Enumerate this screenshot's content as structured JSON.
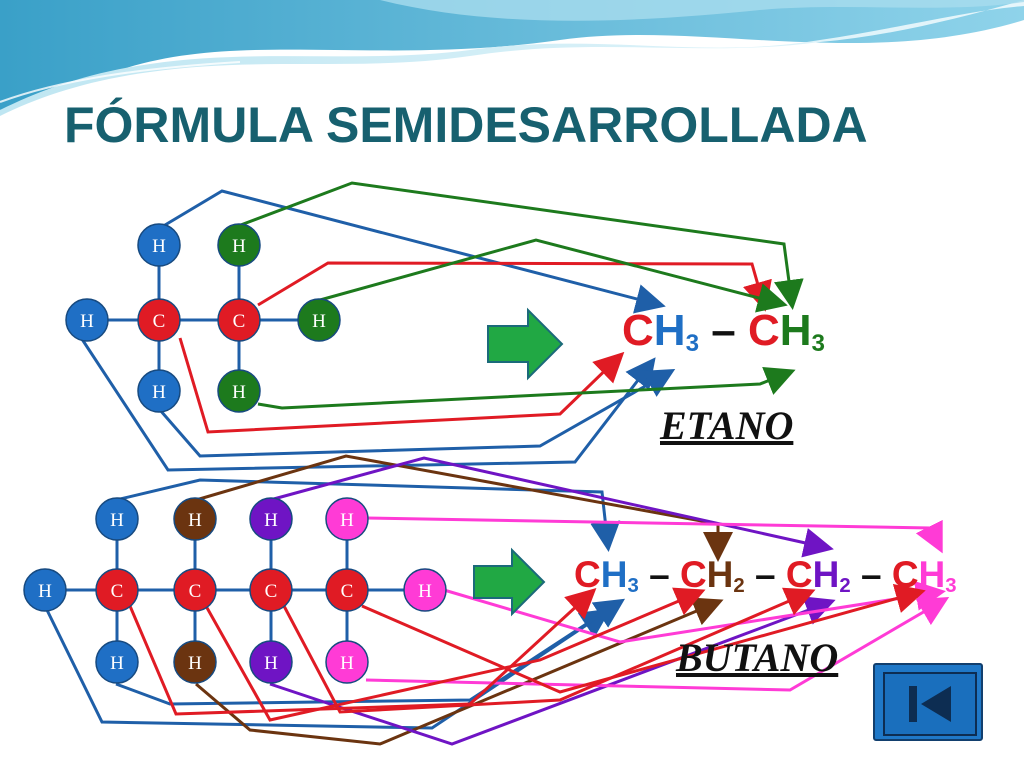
{
  "title": "FÓRMULA SEMIDESARROLLADA",
  "colors": {
    "title": "#17606f",
    "blue": "#1f6fc5",
    "red": "#e01b24",
    "green": "#1d7a1d",
    "brown": "#6b3410",
    "purple": "#6f14c4",
    "magenta": "#ff3bd6",
    "connector_blue": "#1f5fa8",
    "arrow_green": "#21a844"
  },
  "etano": {
    "name": "ETANO",
    "formula": [
      {
        "text": "C",
        "color": "#e01b24"
      },
      {
        "text": "H",
        "color": "#1f6fc5"
      },
      {
        "text": "3",
        "color": "#1f6fc5",
        "sub": true
      },
      {
        "text": " – ",
        "color": "#111111"
      },
      {
        "text": "C",
        "color": "#e01b24"
      },
      {
        "text": "H",
        "color": "#1d7a1d"
      },
      {
        "text": "3",
        "color": "#1d7a1d",
        "sub": true
      }
    ],
    "atoms": [
      {
        "id": "h-top-1",
        "label": "H",
        "color": "#1f6fc5"
      },
      {
        "id": "h-top-2",
        "label": "H",
        "color": "#1d7a1d"
      },
      {
        "id": "h-left",
        "label": "H",
        "color": "#1f6fc5"
      },
      {
        "id": "c-1",
        "label": "C",
        "color": "#e01b24"
      },
      {
        "id": "c-2",
        "label": "C",
        "color": "#e01b24"
      },
      {
        "id": "h-right",
        "label": "H",
        "color": "#1d7a1d"
      },
      {
        "id": "h-bottom-1",
        "label": "H",
        "color": "#1f6fc5"
      },
      {
        "id": "h-bottom-2",
        "label": "H",
        "color": "#1d7a1d"
      }
    ]
  },
  "butano": {
    "name": "BUTANO",
    "formula": [
      {
        "text": "C",
        "color": "#e01b24"
      },
      {
        "text": "H",
        "color": "#1f6fc5"
      },
      {
        "text": "3",
        "color": "#1f6fc5",
        "sub": true
      },
      {
        "text": " – ",
        "color": "#111111"
      },
      {
        "text": "C",
        "color": "#e01b24"
      },
      {
        "text": "H",
        "color": "#6b3410"
      },
      {
        "text": "2",
        "color": "#6b3410",
        "sub": true
      },
      {
        "text": " – ",
        "color": "#111111"
      },
      {
        "text": "C",
        "color": "#e01b24"
      },
      {
        "text": "H",
        "color": "#6f14c4"
      },
      {
        "text": "2",
        "color": "#6f14c4",
        "sub": true
      },
      {
        "text": " – ",
        "color": "#111111"
      },
      {
        "text": "C",
        "color": "#e01b24"
      },
      {
        "text": "H",
        "color": "#ff3bd6"
      },
      {
        "text": "3",
        "color": "#ff3bd6",
        "sub": true
      }
    ],
    "atoms": [
      {
        "id": "h-top-1",
        "label": "H",
        "color": "#1f6fc5"
      },
      {
        "id": "h-top-2",
        "label": "H",
        "color": "#6b3410"
      },
      {
        "id": "h-top-3",
        "label": "H",
        "color": "#6f14c4"
      },
      {
        "id": "h-top-4",
        "label": "H",
        "color": "#ff3bd6"
      },
      {
        "id": "h-left",
        "label": "H",
        "color": "#1f6fc5"
      },
      {
        "id": "c-1",
        "label": "C",
        "color": "#e01b24"
      },
      {
        "id": "c-2",
        "label": "C",
        "color": "#e01b24"
      },
      {
        "id": "c-3",
        "label": "C",
        "color": "#e01b24"
      },
      {
        "id": "c-4",
        "label": "C",
        "color": "#e01b24"
      },
      {
        "id": "h-right",
        "label": "H",
        "color": "#ff3bd6"
      },
      {
        "id": "h-bottom-1",
        "label": "H",
        "color": "#1f6fc5"
      },
      {
        "id": "h-bottom-2",
        "label": "H",
        "color": "#6b3410"
      },
      {
        "id": "h-bottom-3",
        "label": "H",
        "color": "#6f14c4"
      },
      {
        "id": "h-bottom-4",
        "label": "H",
        "color": "#ff3bd6"
      }
    ]
  },
  "icons": {
    "right_arrow": "right-arrow-icon",
    "nav_back": "skip-back-icon"
  }
}
